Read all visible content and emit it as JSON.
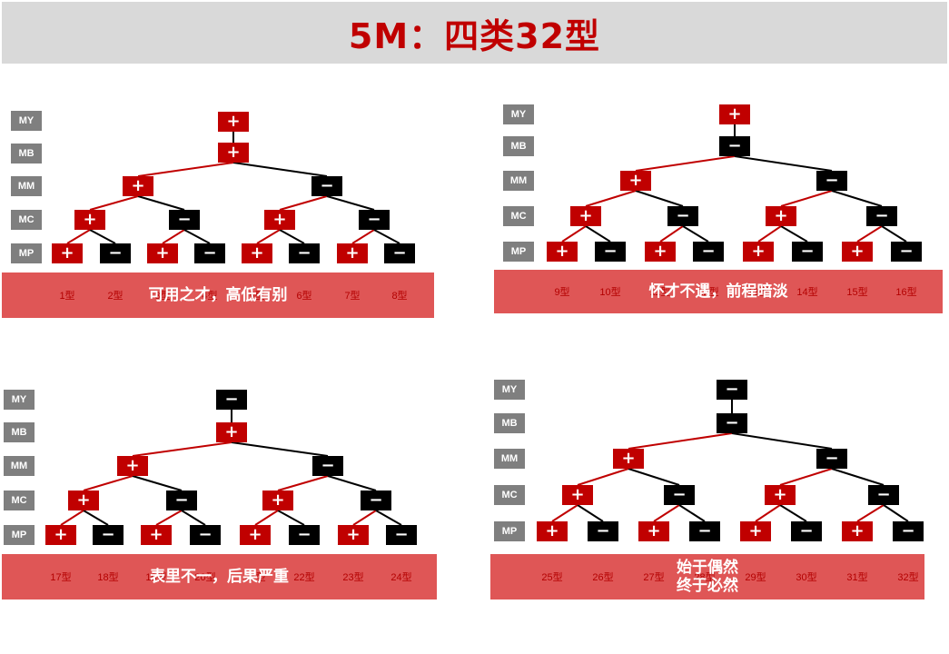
{
  "title": "5M：四类32型",
  "levels": [
    "MY",
    "MB",
    "MM",
    "MC",
    "MP"
  ],
  "signs": {
    "plus": "+",
    "minus": "−"
  },
  "quadrants": [
    {
      "my": "+",
      "mb": "+",
      "types": [
        "1型",
        "2型",
        "3型",
        "4型",
        "5型",
        "6型",
        "7型",
        "8型"
      ],
      "caption": "可用之才，高低有别"
    },
    {
      "my": "+",
      "mb": "−",
      "types": [
        "9型",
        "10型",
        "11型",
        "12型",
        "13型",
        "14型",
        "15型",
        "16型"
      ],
      "caption": "怀才不遇，前程暗淡"
    },
    {
      "my": "−",
      "mb": "+",
      "types": [
        "17型",
        "18型",
        "19型",
        "20型",
        "21型",
        "22型",
        "23型",
        "24型"
      ],
      "caption": "表里不一，后果严重"
    },
    {
      "my": "−",
      "mb": "−",
      "types": [
        "25型",
        "26型",
        "27型",
        "28型",
        "29型",
        "30型",
        "31型",
        "32型"
      ],
      "caption": "始于偶然\n终于必然"
    }
  ],
  "colors": {
    "plus": "#c00000",
    "minus": "#000000",
    "level": "#7f7f7f",
    "band": "#df5656",
    "title": "#c00000"
  }
}
